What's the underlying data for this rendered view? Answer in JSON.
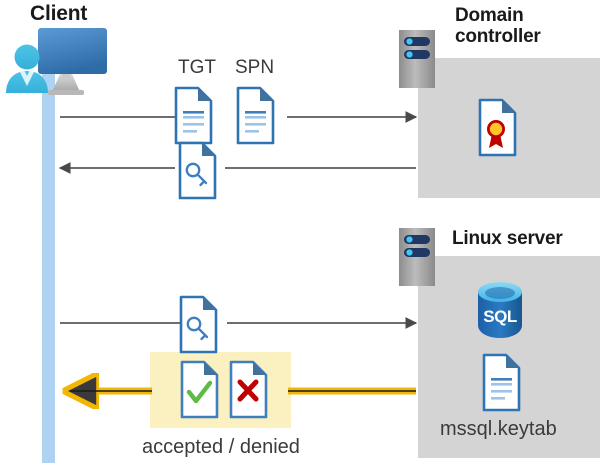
{
  "diagram": {
    "title_client": "Client",
    "title_domain_controller": "Domain\ncontroller",
    "title_linux_server": "Linux server",
    "label_tgt": "TGT",
    "label_spn": "SPN",
    "label_keytab": "mssql.keytab",
    "label_accepted_denied": "accepted / denied"
  },
  "colors": {
    "panel_gray": "#d4d4d4",
    "lifeline_blue": "#aed2f2",
    "highlight_yellow": "#fbf0bf",
    "arrow_gray": "#59595b",
    "arrow_yellow": "#f2b705",
    "doc_blue": "#2e74b5",
    "doc_fold_blue": "#41719c",
    "accent_blue": "#3f7fc1",
    "check_green": "#5dbb46",
    "cross_red": "#c00000",
    "sql_blue": "#1f68ae",
    "seal_gold": "#ffc425",
    "seal_red": "#c00000",
    "server_gray": "#9b9b9b",
    "server_navy": "#1f3864",
    "server_cyan": "#41c8f0",
    "person_cyan": "#45bde0",
    "monitor_blue": "#3f7fc1",
    "text_dark": "#1a1a1a",
    "text_gray": "#3b3b3b"
  },
  "icons": {
    "client": "client-workstation-icon",
    "tgt_document": "document-icon",
    "spn_document": "document-icon",
    "ticket_key_document": "key-document-icon",
    "service_ticket_document": "key-document-icon",
    "certificate_document": "certificate-document-icon",
    "sql_database": "sql-database-icon",
    "keytab_document": "document-icon",
    "accepted_document": "check-document-icon",
    "denied_document": "cross-document-icon",
    "domain_controller_server": "server-rack-icon",
    "linux_server": "server-rack-icon"
  },
  "flows": [
    {
      "name": "tgt-spn-request",
      "direction": "right",
      "style": "gray"
    },
    {
      "name": "ticket-granting-response",
      "direction": "left",
      "style": "gray"
    },
    {
      "name": "service-ticket-request",
      "direction": "right",
      "style": "gray"
    },
    {
      "name": "accepted-denied-response",
      "direction": "left",
      "style": "yellow"
    }
  ]
}
